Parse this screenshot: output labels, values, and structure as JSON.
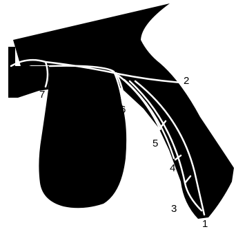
{
  "colors": {
    "background": "#ffffff",
    "silhouette": "#000000",
    "lines": "#ffffff",
    "labels": "#000000"
  },
  "labels": {
    "l1": "1",
    "l2": "2",
    "l3": "3",
    "l4": "4",
    "l5": "5",
    "l6": "6",
    "l7": "7"
  }
}
